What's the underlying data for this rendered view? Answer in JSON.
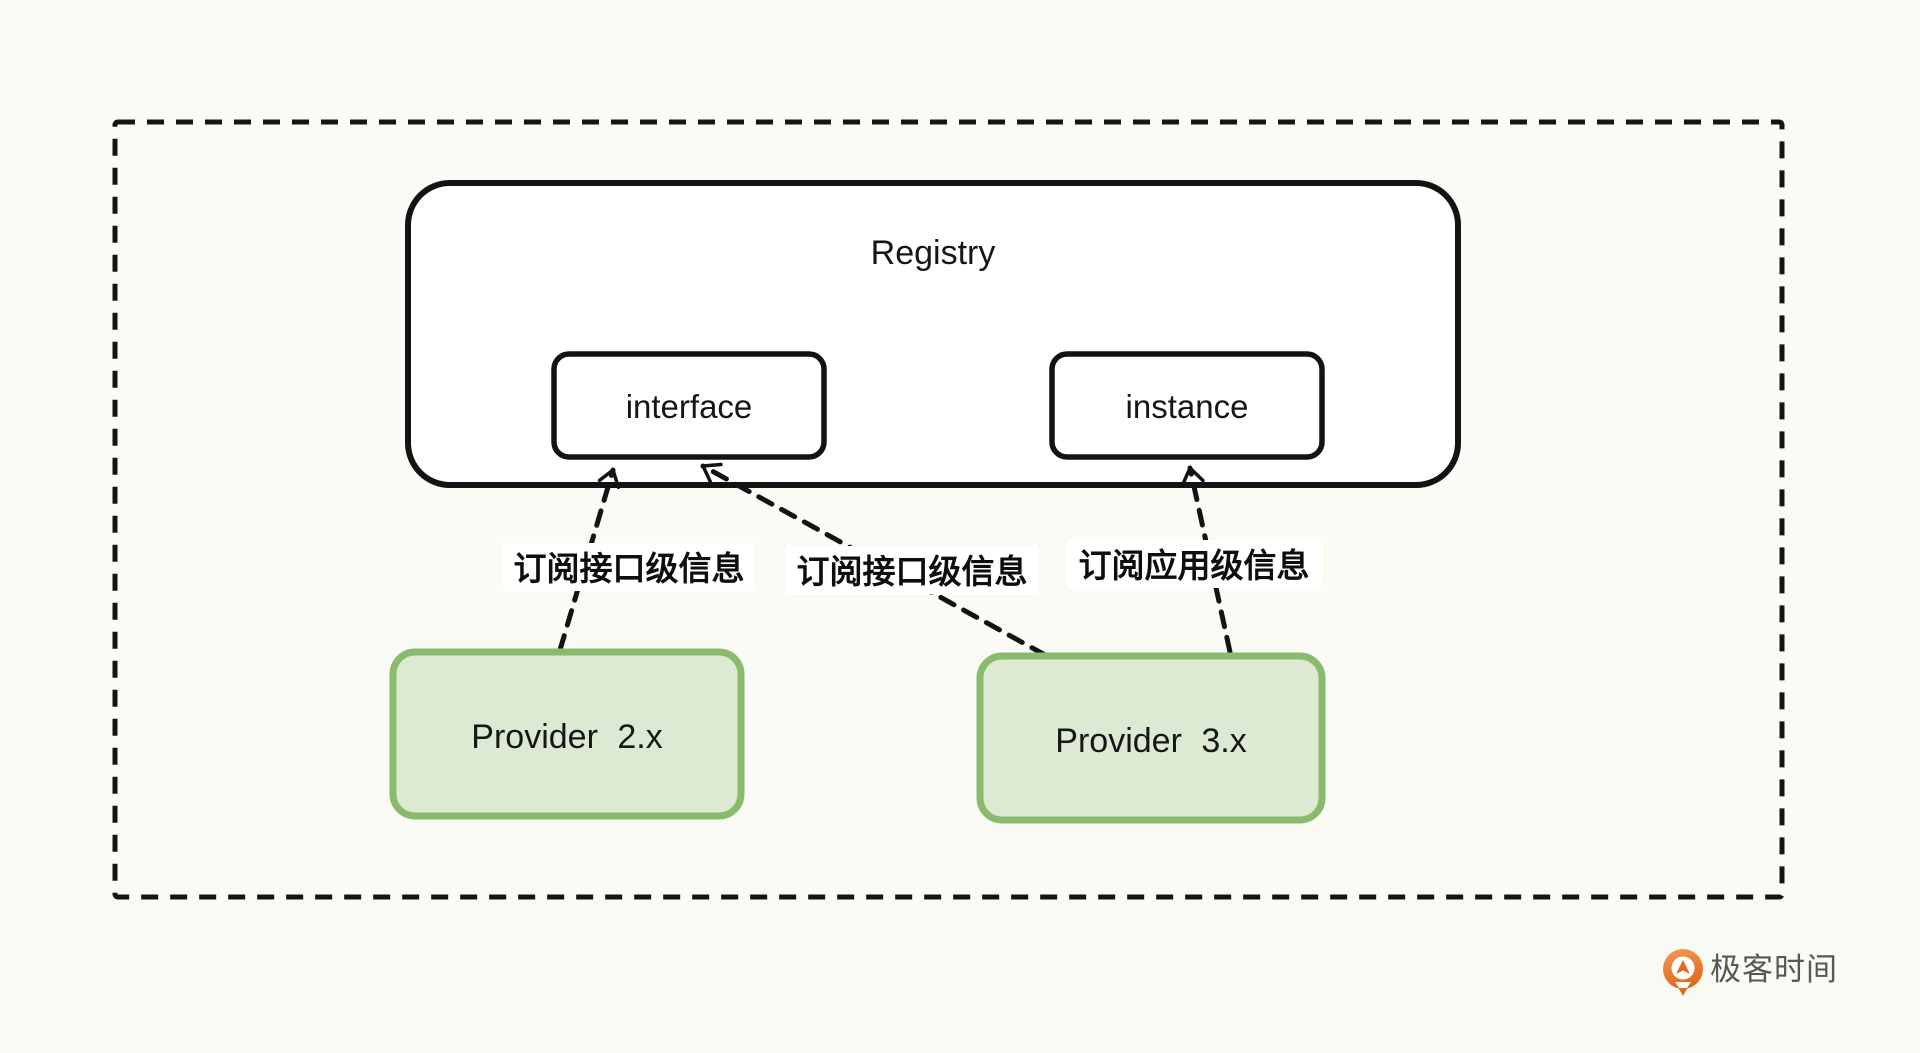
{
  "diagram": {
    "registry": {
      "label": "Registry"
    },
    "nodes": {
      "interface_node": {
        "label": "interface"
      },
      "instance_node": {
        "label": "instance"
      },
      "provider_2x": {
        "label": "Provider 2.x"
      },
      "provider_3x": {
        "label": "Provider 3.x"
      }
    },
    "edges": [
      {
        "from": "provider_2x",
        "to": "interface_node",
        "label": "订阅接口级信息",
        "style": "dashed-arrow"
      },
      {
        "from": "provider_3x",
        "to": "interface_node",
        "label": "订阅接口级信息",
        "style": "dashed-arrow"
      },
      {
        "from": "provider_3x",
        "to": "instance_node",
        "label": "订阅应用级信息",
        "style": "dashed-arrow"
      }
    ],
    "colors": {
      "background": "#fbfbf5",
      "box_fill_white": "#ffffff",
      "provider_fill": "#dcead3",
      "provider_border": "#8abb6d",
      "line": "#131313",
      "brand_orange": "#e4username6c1e",
      "brand_text_gray": "#5a5650"
    }
  },
  "footer": {
    "brand": "极客时间"
  }
}
